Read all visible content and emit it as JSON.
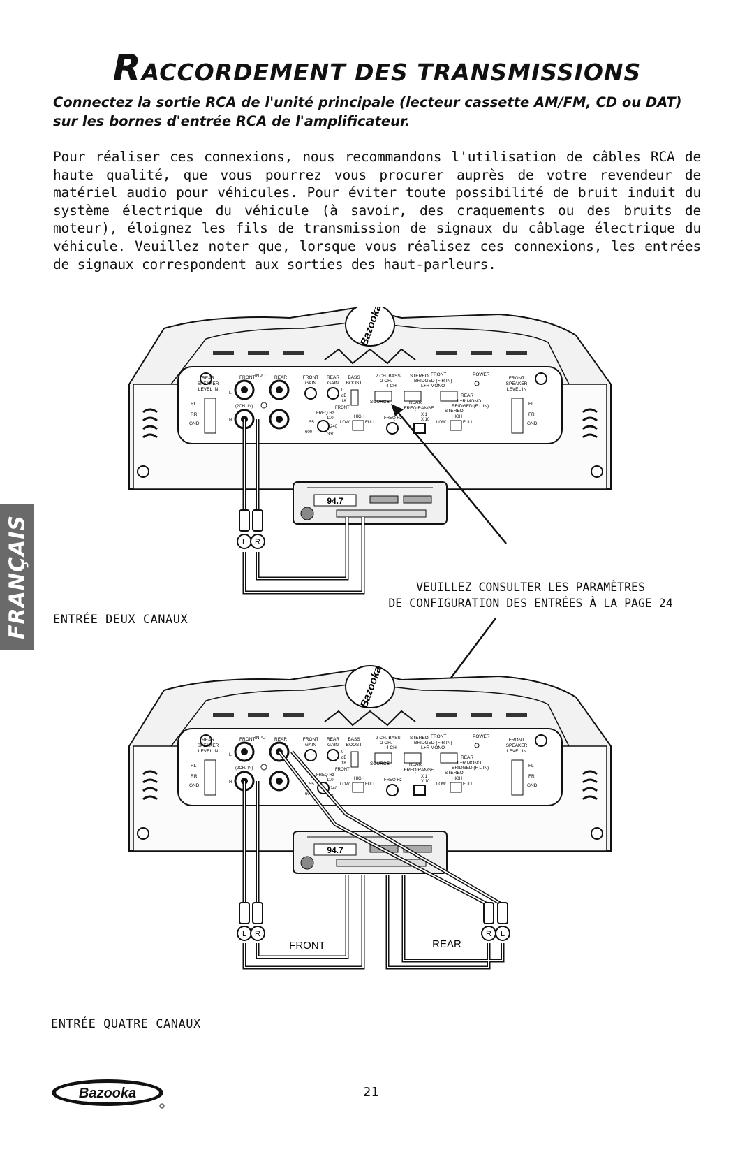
{
  "title": {
    "first_letter": "R",
    "rest": "ACCORDEMENT DES TRANSMISSIONS"
  },
  "intro": "Connectez la sortie RCA de l'unité principale (lecteur cassette AM/FM, CD ou DAT) sur les bornes d'entrée RCA de l'amplificateur.",
  "paragraph": "Pour réaliser ces connexions, nous recommandons l'utilisation de câbles RCA de haute qualité, que vous pourrez vous procurer auprès de votre revendeur de matériel audio pour véhicules. Pour éviter toute possibilité de bruit induit du système électrique du véhicule (à savoir, des craquements ou des bruits de moteur), éloignez les fils de transmission de signaux du câblage électrique du véhicule. Veuillez noter que, lorsque vous réalisez ces connexions, les entrées de signaux correspondent aux sorties des haut-parleurs.",
  "side_tab": "FRANÇAIS",
  "note": {
    "line1": "VEUILLEZ CONSULTER LES PARAMÈTRES",
    "line2": "DE CONFIGURATION DES ENTRÉES À LA PAGE 24"
  },
  "captions": {
    "two_channel": "ENTRÉE DEUX CANAUX",
    "four_channel": "ENTRÉE QUATRE CANAUX"
  },
  "page_number": "21",
  "logo_text": "Bazooka",
  "amp_labels": {
    "rear_speaker_level_in": [
      "REAR",
      "SPEAKER",
      "LEVEL IN"
    ],
    "front_speaker_level_in": [
      "FRONT",
      "SPEAKER",
      "LEVEL IN"
    ],
    "front": "FRONT",
    "input": "INPUT",
    "rear": "REAR",
    "front_gain": [
      "FRONT",
      "GAIN"
    ],
    "rear_gain": [
      "REAR",
      "GAIN"
    ],
    "bass_boost": [
      "BASS",
      "BOOST"
    ],
    "l": "L",
    "r": "R",
    "two_ch_in": "(2CH. IN)",
    "rl": "RL",
    "rr": "RR",
    "gnd": "GND",
    "fl": "FL",
    "fr": "FR",
    "db_values": [
      "0",
      "dB",
      "18"
    ],
    "ch_switch": [
      "2 CH. BASS",
      "2 CH.",
      "4 CH."
    ],
    "source": "SOURCE",
    "mode_switch": [
      "STEREO",
      "FRONT",
      "BRIDGED (F R IN)",
      "L+R MONO"
    ],
    "rear_mode": [
      "REAR",
      "L+R MONO",
      "BRIDGED (F L IN)",
      "STEREO"
    ],
    "power": "POWER",
    "freq_hz": "FREQ Hz",
    "freq_values": [
      "55",
      "110",
      "240",
      "330",
      "600"
    ],
    "high": "HIGH",
    "low": "LOW",
    "full": "FULL",
    "rear_freq_range": [
      "REAR",
      "FREQ RANGE"
    ],
    "x1": "X 1",
    "x10": "X 10"
  },
  "head_unit": {
    "display": "94.7"
  },
  "plug_labels": {
    "left": "L",
    "right": "R"
  },
  "wire_labels": {
    "front": "FRONT",
    "rear": "REAR"
  },
  "amp_logo_text": "Bazooka"
}
